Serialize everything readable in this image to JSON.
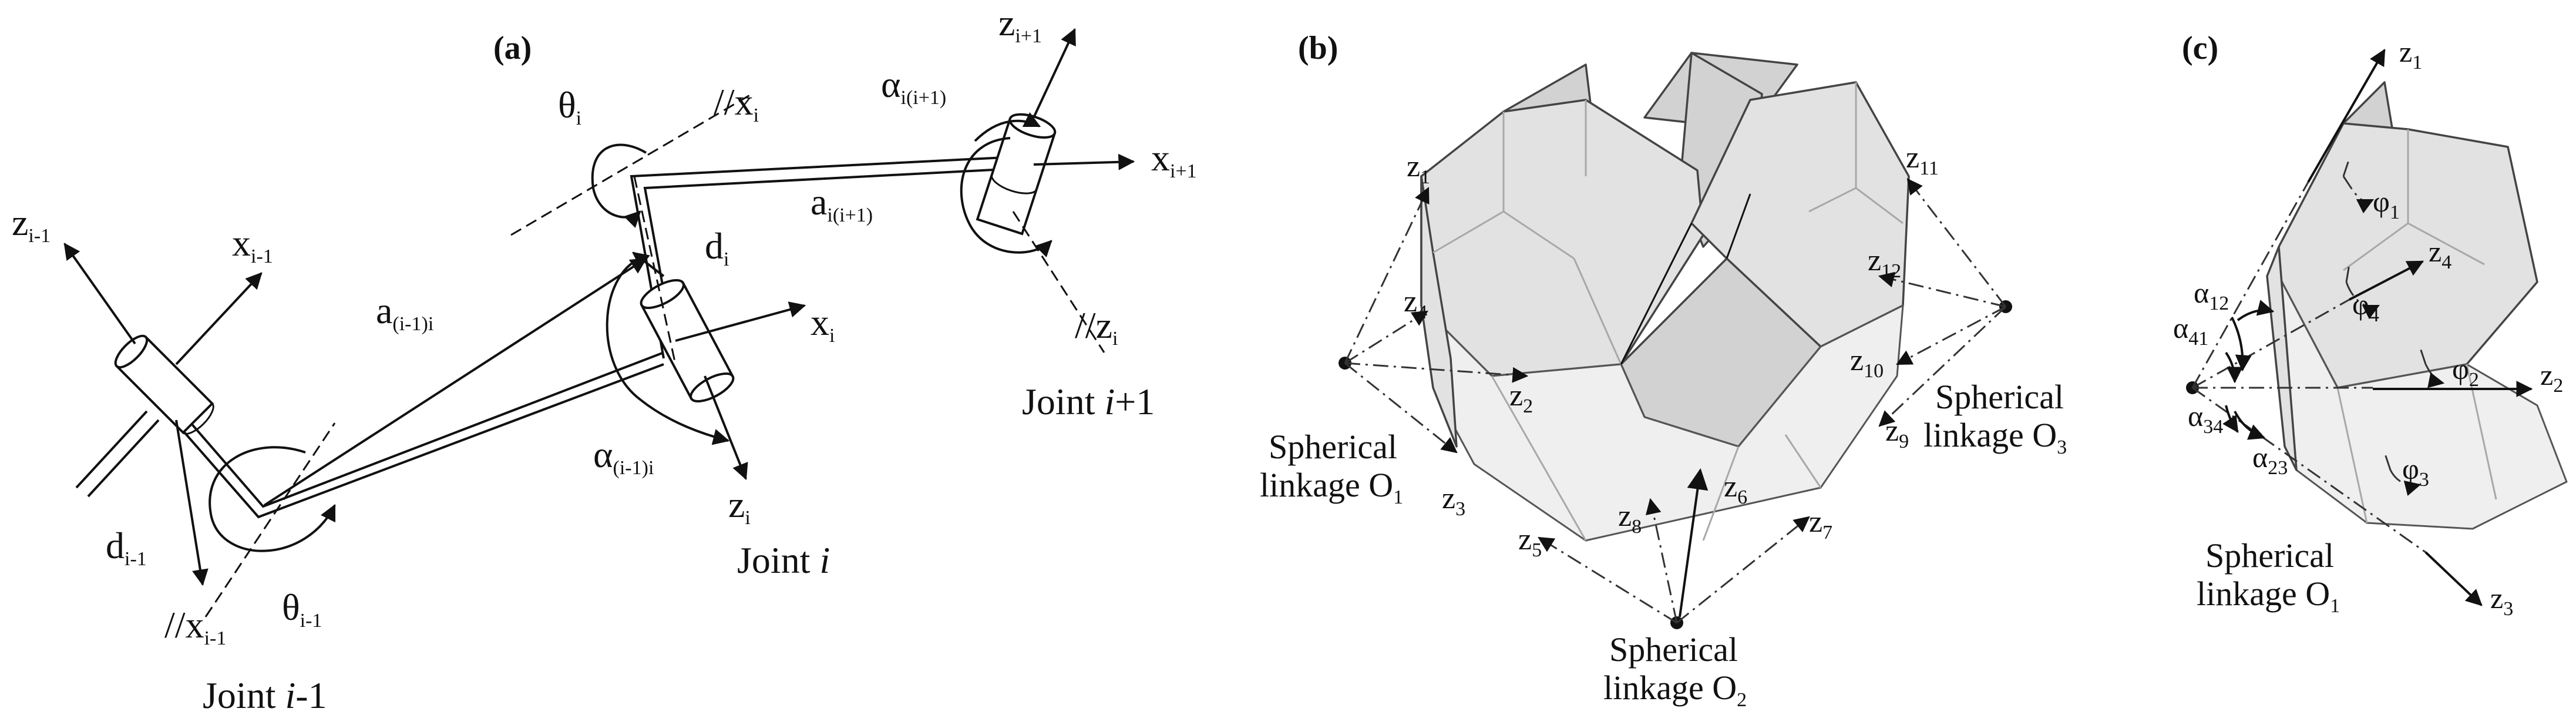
{
  "panels": {
    "a": {
      "label": "(a)",
      "joint_prev": [
        "Joint ",
        "i",
        "-1"
      ],
      "joint_cur": [
        "Joint ",
        "i"
      ],
      "joint_next": [
        "Joint ",
        "i",
        "+1"
      ],
      "z_im1": [
        "z",
        "i-1"
      ],
      "x_im1": [
        "x",
        "i-1"
      ],
      "d_im1": [
        "d",
        "i-1"
      ],
      "par_x_im1": [
        "//x",
        "i-1"
      ],
      "theta_im1": [
        "θ",
        "i-1"
      ],
      "a_link": [
        "a",
        "(i-1)i"
      ],
      "alpha_link": [
        "α",
        "(i-1)i"
      ],
      "theta_i": [
        "θ",
        "i"
      ],
      "par_x_i": [
        "//x",
        "i"
      ],
      "d_i": [
        "d",
        "i"
      ],
      "x_i": [
        "x",
        "i"
      ],
      "z_i": [
        "z",
        "i"
      ],
      "a_next": [
        "a",
        "i(i+1)"
      ],
      "alpha_next": [
        "α",
        "i(i+1)"
      ],
      "z_ip1": [
        "z",
        "i+1"
      ],
      "x_ip1": [
        "x",
        "i+1"
      ],
      "par_z_i": [
        "//z",
        "i"
      ]
    },
    "b": {
      "label": "(b)",
      "O1_line1": "Spherical",
      "O1_line2": [
        "linkage O",
        "1"
      ],
      "O2_line1": "Spherical",
      "O2_line2": [
        "linkage O",
        "2"
      ],
      "O3_line1": "Spherical",
      "O3_line2": [
        "linkage O",
        "3"
      ],
      "axes": [
        [
          "z",
          "1"
        ],
        [
          "z",
          "2"
        ],
        [
          "z",
          "3"
        ],
        [
          "z",
          "4"
        ],
        [
          "z",
          "5"
        ],
        [
          "z",
          "6"
        ],
        [
          "z",
          "7"
        ],
        [
          "z",
          "8"
        ],
        [
          "z",
          "9"
        ],
        [
          "z",
          "10"
        ],
        [
          "z",
          "11"
        ],
        [
          "z",
          "12"
        ]
      ]
    },
    "c": {
      "label": "(c)",
      "z1": [
        "z",
        "1"
      ],
      "z2": [
        "z",
        "2"
      ],
      "z3": [
        "z",
        "3"
      ],
      "z4": [
        "z",
        "4"
      ],
      "phi1": [
        "φ",
        "1"
      ],
      "phi2": [
        "φ",
        "2"
      ],
      "phi3": [
        "φ",
        "3"
      ],
      "phi4": [
        "φ",
        "4"
      ],
      "alpha12": [
        "α",
        "12"
      ],
      "alpha41": [
        "α",
        "41"
      ],
      "alpha34": [
        "α",
        "34"
      ],
      "alpha23": [
        "α",
        "23"
      ],
      "O1_line1": "Spherical",
      "O1_line2": [
        "linkage O",
        "1"
      ]
    }
  }
}
